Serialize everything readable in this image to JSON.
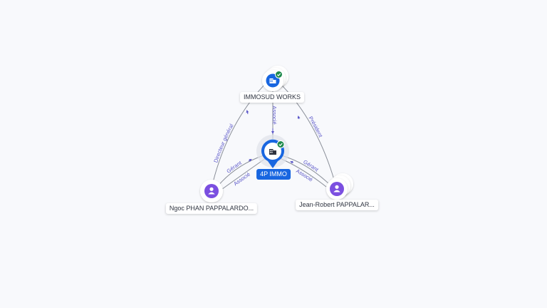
{
  "nodes": {
    "immosud": {
      "label": "IMMOSUD WORKS",
      "type": "company",
      "verified": true
    },
    "fourp": {
      "label": "4P IMMO",
      "type": "company",
      "verified": true,
      "focus": true
    },
    "ngoc": {
      "label": "Ngoc PHAN PAPPALARDO...",
      "type": "person"
    },
    "jean": {
      "label": "Jean-Robert PAPPALAR...",
      "type": "person"
    }
  },
  "edges": {
    "immosud_fourp": {
      "label": "Associé"
    },
    "immosud_ngoc": {
      "label": "Directeur général"
    },
    "immosud_jean": {
      "label": "Président"
    },
    "ngoc_fourp_1": {
      "label": "Gérant"
    },
    "ngoc_fourp_2": {
      "label": "Associé"
    },
    "jean_fourp_1": {
      "label": "Gérant"
    },
    "jean_fourp_2": {
      "label": "Associé"
    }
  },
  "colors": {
    "company_blue": "#1866e0",
    "person_purple": "#7b4fe0",
    "verified_green": "#1f8a4c",
    "edge_gray": "#8a8f99",
    "edge_label": "#5b57c9"
  },
  "icons": {
    "company": "building-icon",
    "person": "person-icon",
    "verified": "check-badge-icon"
  }
}
